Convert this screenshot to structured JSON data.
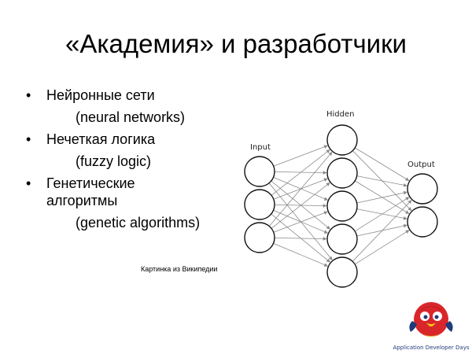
{
  "slide": {
    "title": "«Академия» и разработчики",
    "bullets": [
      {
        "marker": "•",
        "text": "Нейронные сети",
        "sub": "(neural networks)"
      },
      {
        "marker": "•",
        "text": "Нечеткая логика",
        "sub": "(fuzzy logic)"
      },
      {
        "marker": "•",
        "text": "Генетические алгоритмы",
        "sub": "(genetic algorithms)"
      }
    ],
    "image_caption": "Картинка из Википедии"
  },
  "diagram": {
    "layers": [
      {
        "label": "Input",
        "nodes": 3
      },
      {
        "label": "Hidden",
        "nodes": 5
      },
      {
        "label": "Output",
        "nodes": 2
      }
    ],
    "stroke_color": "#111111",
    "edge_color": "#8a8a8a"
  },
  "logo": {
    "text": "Application Developer Days",
    "colors": {
      "red": "#d9262b",
      "yellow": "#f5c518",
      "blue": "#1f3c7a"
    }
  }
}
